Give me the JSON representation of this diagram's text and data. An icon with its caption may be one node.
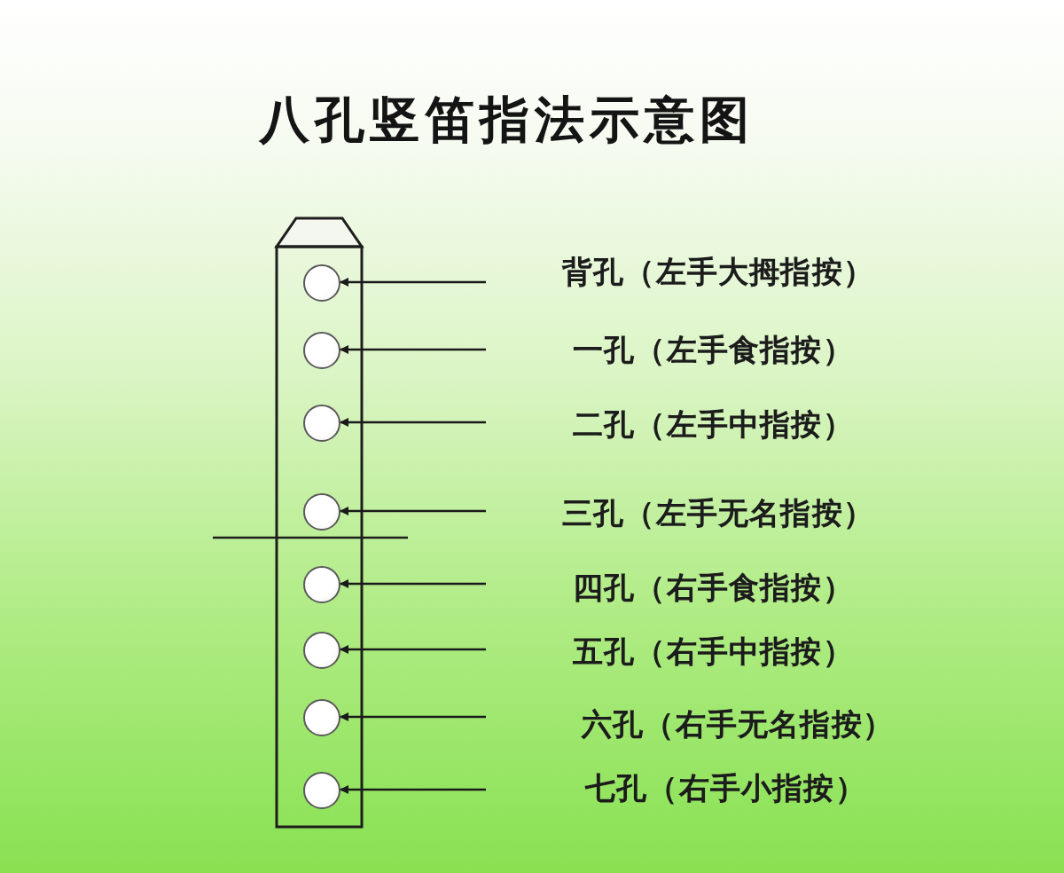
{
  "diagram": {
    "title": "八孔竖笛指法示意图",
    "nodes": [
      {
        "text": [],
        "shape": "circle"
      },
      {
        "text": [
          "背孔（左手大拇指按）"
        ]
      },
      {
        "text": [],
        "shape": "circle"
      },
      {
        "text": [
          "一孔（左手食指按）"
        ]
      },
      {
        "text": [],
        "shape": "circle"
      },
      {
        "text": [
          "二孔（左手中指按）"
        ]
      },
      {
        "text": [],
        "shape": "circle"
      },
      {
        "text": [
          "三孔（左手无名指按）"
        ]
      },
      {
        "text": [],
        "shape": "circle"
      },
      {
        "text": [
          "四孔（右手食指按）"
        ]
      },
      {
        "text": [],
        "shape": "circle"
      },
      {
        "text": [
          "五孔（右手中指按）"
        ]
      },
      {
        "text": [],
        "shape": "circle"
      },
      {
        "text": [
          "六孔（右手无名指按）"
        ]
      },
      {
        "text": [],
        "shape": "circle"
      },
      {
        "text": [
          "七孔（右手小指按）"
        ]
      }
    ],
    "edges": [
      {
        "from": 1,
        "to": 0,
        "arrow": "to"
      },
      {
        "from": 3,
        "to": 2,
        "arrow": "to"
      },
      {
        "from": 5,
        "to": 4,
        "arrow": "to"
      },
      {
        "from": 7,
        "to": 6,
        "arrow": "to"
      },
      {
        "from": 9,
        "to": 8,
        "arrow": "to"
      },
      {
        "from": 11,
        "to": 10,
        "arrow": "to"
      },
      {
        "from": 13,
        "to": 12,
        "arrow": "to"
      },
      {
        "from": 15,
        "to": 14,
        "arrow": "to"
      }
    ]
  }
}
